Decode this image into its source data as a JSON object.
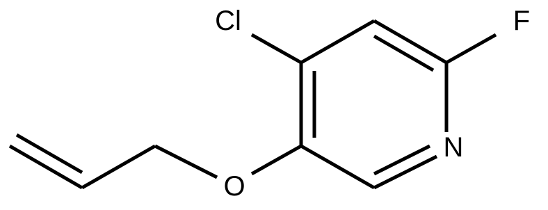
{
  "molecule": {
    "atoms": {
      "cl": "Cl",
      "f": "F",
      "n": "N",
      "o": "O"
    },
    "colors": {
      "bond": "#000000",
      "label": "#000000",
      "background": "#ffffff"
    }
  }
}
